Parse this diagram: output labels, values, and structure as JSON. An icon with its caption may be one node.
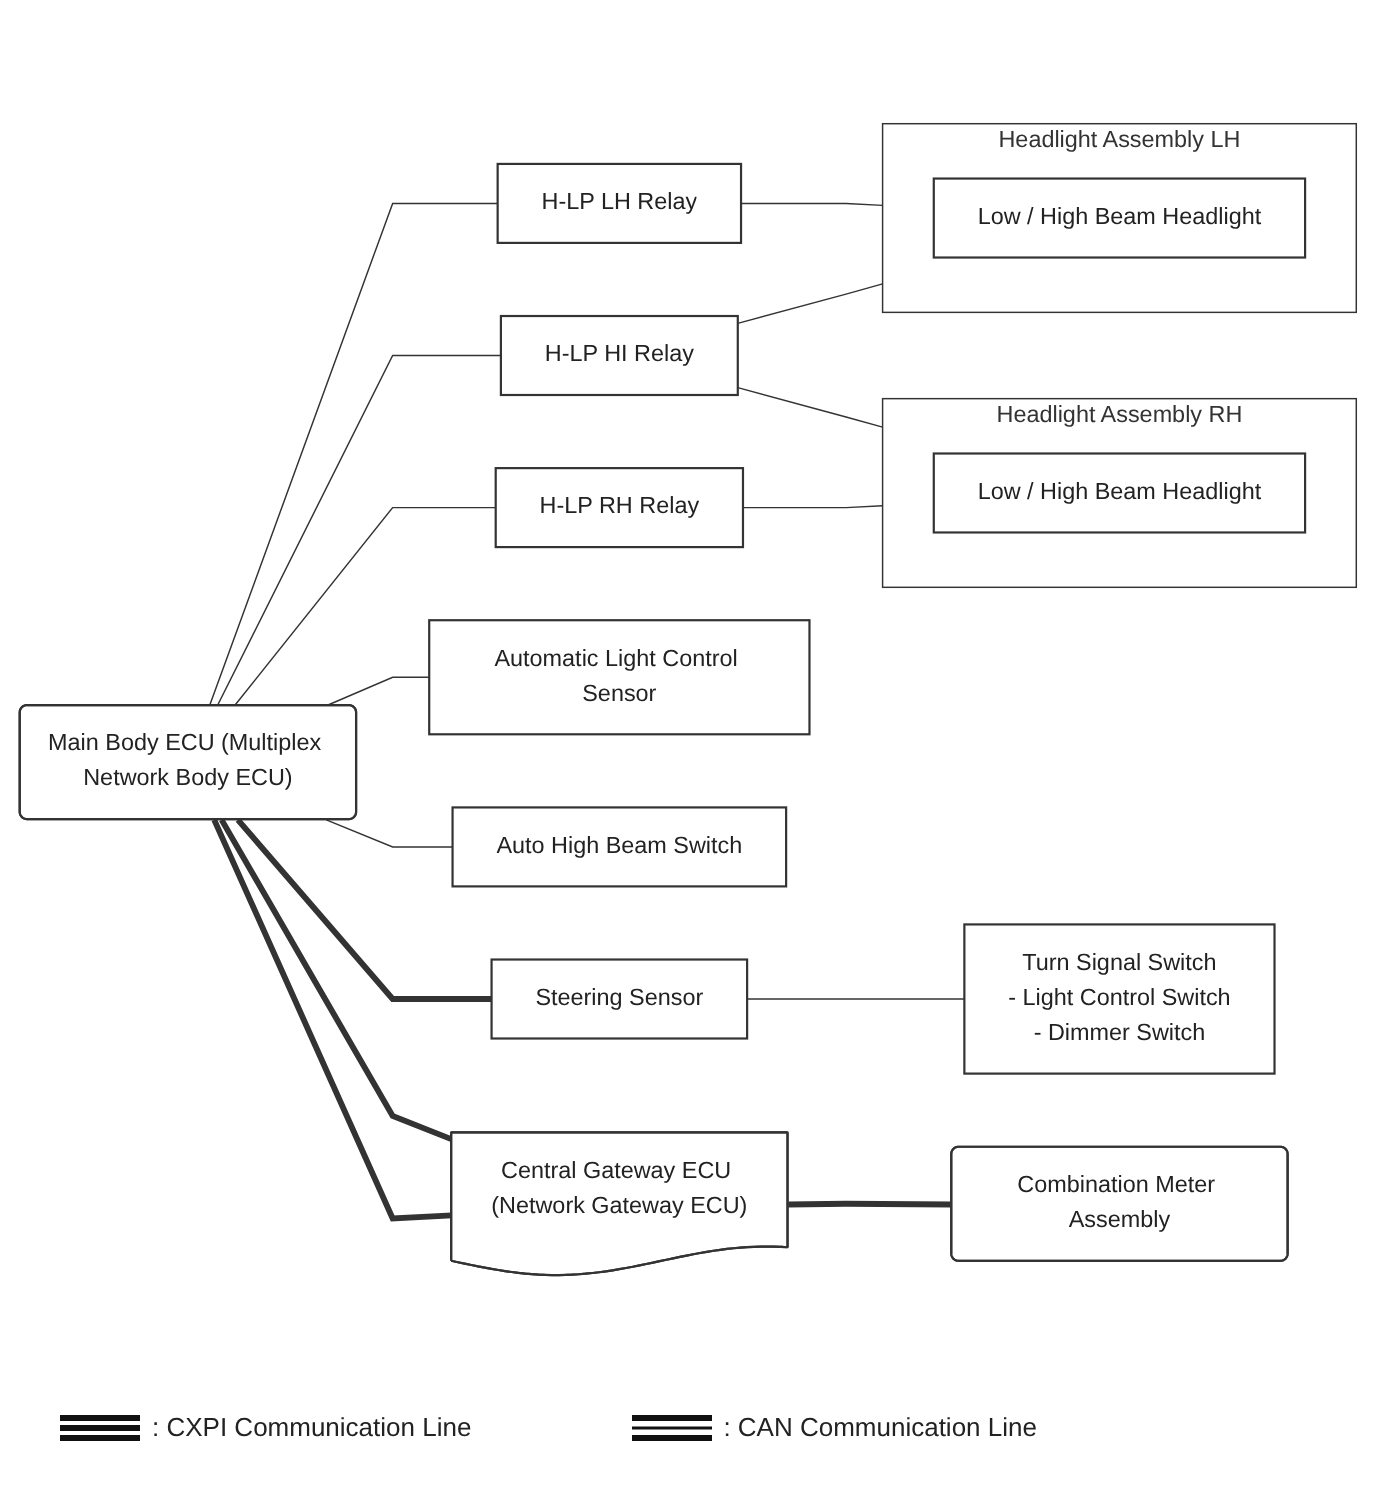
{
  "diagram": {
    "nodes": [
      {
        "text": [
          "Main Body ECU (Multiplex Network Body ECU)"
        ]
      },
      {
        "text": [
          "H-LP LH Relay"
        ]
      },
      {
        "text": [
          "H-LP HI Relay"
        ]
      },
      {
        "text": [
          "H-LP RH Relay"
        ]
      },
      {
        "text": [
          "Headlight Assembly LH"
        ]
      },
      {
        "text": [
          "Low / High Beam Headlight"
        ],
        "in": 4
      },
      {
        "text": [
          "Headlight Assembly RH"
        ]
      },
      {
        "text": [
          "Low / High Beam Headlight"
        ],
        "in": 6
      },
      {
        "text": [
          "Automatic Light Control Sensor"
        ]
      },
      {
        "text": [
          "Auto High Beam Switch"
        ]
      },
      {
        "text": [
          "Steering Sensor"
        ]
      },
      {
        "text": [
          "Turn Signal Switch",
          "- Light Control Switch",
          "- Dimmer Switch"
        ]
      },
      {
        "text": [
          "Central Gateway ECU (Network Gateway ECU)"
        ]
      },
      {
        "text": [
          "Combination Meter Assembly"
        ]
      }
    ],
    "edges": [
      {
        "from": 0,
        "to": 1,
        "arrow": "none"
      },
      {
        "from": 0,
        "to": 2,
        "arrow": "none"
      },
      {
        "from": 0,
        "to": 3,
        "arrow": "none"
      },
      {
        "from": 1,
        "to": 4,
        "arrow": "none"
      },
      {
        "from": 2,
        "to": 4,
        "arrow": "none"
      },
      {
        "from": 2,
        "to": 6,
        "arrow": "none"
      },
      {
        "from": 3,
        "to": 6,
        "arrow": "none"
      },
      {
        "from": 0,
        "to": 8,
        "arrow": "none"
      },
      {
        "from": 0,
        "to": 9,
        "arrow": "none"
      },
      {
        "from": 0,
        "to": 10,
        "arrow": "none",
        "style": "thick"
      },
      {
        "from": 10,
        "to": 11,
        "arrow": "none"
      },
      {
        "from": 0,
        "to": 12,
        "arrow": "none",
        "style": "thick"
      },
      {
        "from": 0,
        "to": 12,
        "arrow": "none",
        "style": "thick"
      },
      {
        "from": 12,
        "to": 13,
        "arrow": "none",
        "style": "thick"
      }
    ],
    "legend": [
      {
        "text": ": CXPI Communication Line"
      },
      {
        "text": ": CAN Communication Line"
      }
    ]
  }
}
